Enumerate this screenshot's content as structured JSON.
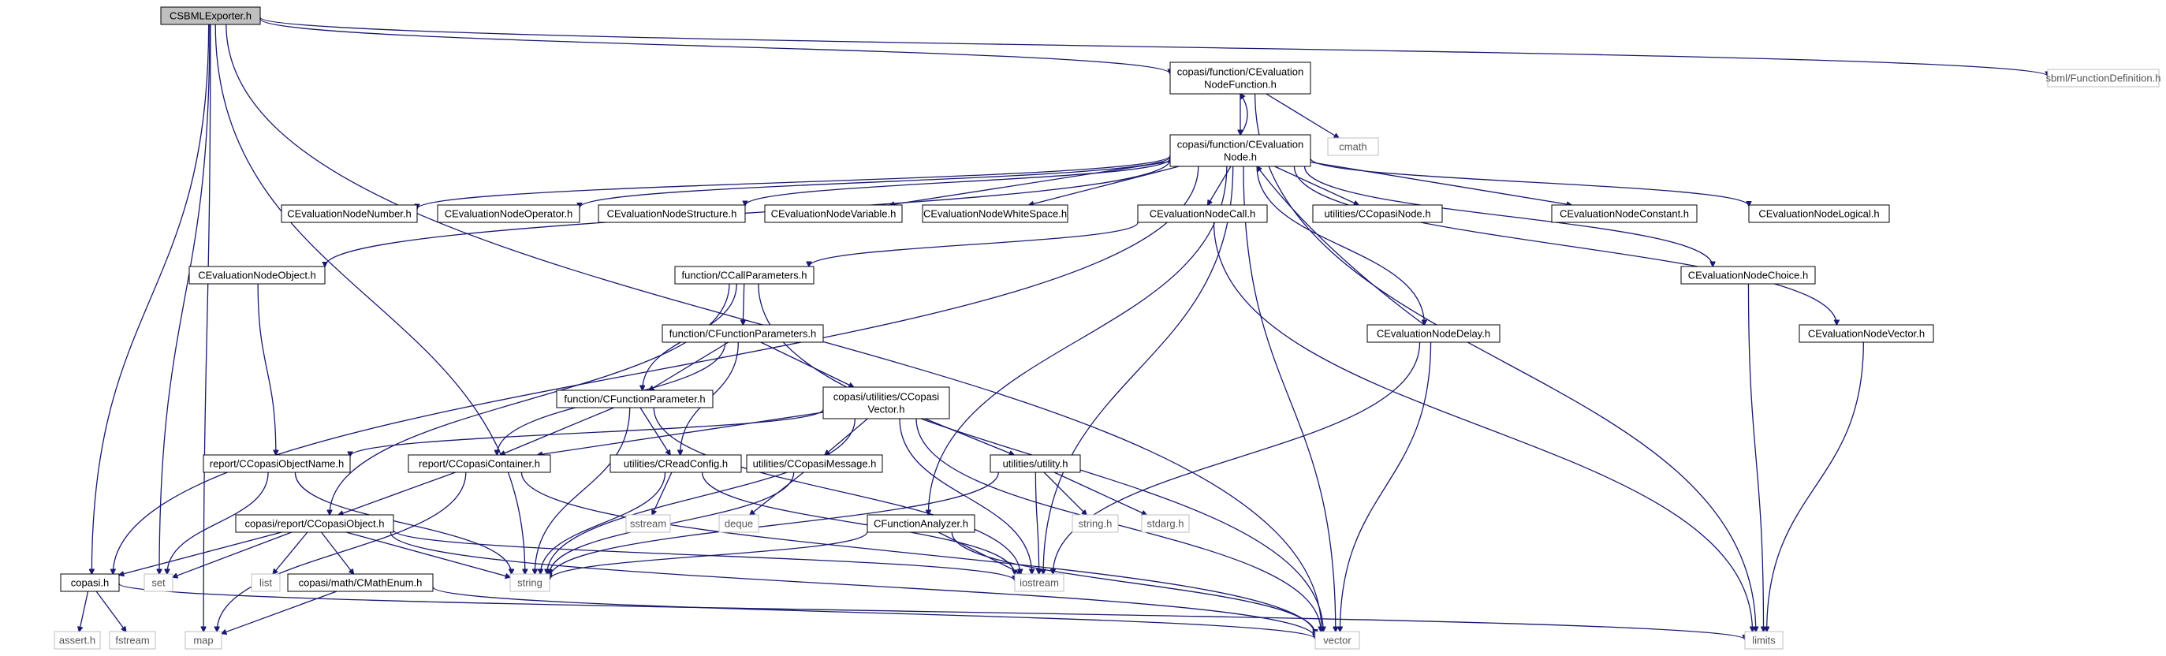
{
  "graph": {
    "root": "CSBMLExporter.h",
    "link_color": "#191970",
    "root_fill": "#bfbfbf",
    "external_border": "#bfbfbf",
    "nodes": {
      "csbml": {
        "lines": [
          "CSBMLExporter.h"
        ],
        "kind": "root"
      },
      "nodefunc": {
        "lines": [
          "copasi/function/CEvaluation",
          "NodeFunction.h"
        ]
      },
      "sbmlfd": {
        "lines": [
          "sbml/FunctionDefinition.h"
        ],
        "kind": "external"
      },
      "cmath": {
        "lines": [
          "cmath"
        ],
        "kind": "external"
      },
      "evalnode": {
        "lines": [
          "copasi/function/CEvaluation",
          "Node.h"
        ]
      },
      "number": {
        "lines": [
          "CEvaluationNodeNumber.h"
        ]
      },
      "operator": {
        "lines": [
          "CEvaluationNodeOperator.h"
        ]
      },
      "structure": {
        "lines": [
          "CEvaluationNodeStructure.h"
        ]
      },
      "variable": {
        "lines": [
          "CEvaluationNodeVariable.h"
        ]
      },
      "whitespace": {
        "lines": [
          "CEvaluationNodeWhiteSpace.h"
        ]
      },
      "call": {
        "lines": [
          "CEvaluationNodeCall.h"
        ]
      },
      "copasinode": {
        "lines": [
          "utilities/CCopasiNode.h"
        ]
      },
      "constant": {
        "lines": [
          "CEvaluationNodeConstant.h"
        ]
      },
      "logical": {
        "lines": [
          "CEvaluationNodeLogical.h"
        ]
      },
      "object": {
        "lines": [
          "CEvaluationNodeObject.h"
        ]
      },
      "callparams": {
        "lines": [
          "function/CCallParameters.h"
        ]
      },
      "choice": {
        "lines": [
          "CEvaluationNodeChoice.h"
        ]
      },
      "funcparams": {
        "lines": [
          "function/CFunctionParameters.h"
        ]
      },
      "delay": {
        "lines": [
          "CEvaluationNodeDelay.h"
        ]
      },
      "vectorh": {
        "lines": [
          "CEvaluationNodeVector.h"
        ]
      },
      "funcparam": {
        "lines": [
          "function/CFunctionParameter.h"
        ]
      },
      "copasivector": {
        "lines": [
          "copasi/utilities/CCopasi",
          "Vector.h"
        ]
      },
      "objname": {
        "lines": [
          "report/CCopasiObjectName.h"
        ]
      },
      "container": {
        "lines": [
          "report/CCopasiContainer.h"
        ]
      },
      "readconfig": {
        "lines": [
          "utilities/CReadConfig.h"
        ]
      },
      "message": {
        "lines": [
          "utilities/CCopasiMessage.h"
        ]
      },
      "utility": {
        "lines": [
          "utilities/utility.h"
        ]
      },
      "copasiobject": {
        "lines": [
          "copasi/report/CCopasiObject.h"
        ]
      },
      "sstream": {
        "lines": [
          "sstream"
        ],
        "kind": "external"
      },
      "deque": {
        "lines": [
          "deque"
        ],
        "kind": "external"
      },
      "stringh": {
        "lines": [
          "string.h"
        ],
        "kind": "external"
      },
      "stdarg": {
        "lines": [
          "stdarg.h"
        ],
        "kind": "external"
      },
      "analyzer": {
        "lines": [
          "CFunctionAnalyzer.h"
        ]
      },
      "copasih": {
        "lines": [
          "copasi.h"
        ]
      },
      "set": {
        "lines": [
          "set"
        ],
        "kind": "external"
      },
      "list": {
        "lines": [
          "list"
        ],
        "kind": "external"
      },
      "mathenum": {
        "lines": [
          "copasi/math/CMathEnum.h"
        ]
      },
      "string": {
        "lines": [
          "string"
        ],
        "kind": "external"
      },
      "iostream": {
        "lines": [
          "iostream"
        ],
        "kind": "external"
      },
      "asserth": {
        "lines": [
          "assert.h"
        ],
        "kind": "external"
      },
      "fstream": {
        "lines": [
          "fstream"
        ],
        "kind": "external"
      },
      "map": {
        "lines": [
          "map"
        ],
        "kind": "external"
      },
      "vector": {
        "lines": [
          "vector"
        ],
        "kind": "external"
      },
      "limits": {
        "lines": [
          "limits"
        ],
        "kind": "external"
      }
    },
    "edges": [
      [
        "csbml",
        "nodefunc"
      ],
      [
        "csbml",
        "sbmlfd"
      ],
      [
        "csbml",
        "vector"
      ],
      [
        "csbml",
        "copasih"
      ],
      [
        "csbml",
        "map"
      ],
      [
        "csbml",
        "set"
      ],
      [
        "csbml",
        "string"
      ],
      [
        "nodefunc",
        "evalnode"
      ],
      [
        "nodefunc",
        "cmath"
      ],
      [
        "nodefunc",
        "limits"
      ],
      [
        "evalnode",
        "nodefunc"
      ],
      [
        "evalnode",
        "number"
      ],
      [
        "evalnode",
        "operator"
      ],
      [
        "evalnode",
        "structure"
      ],
      [
        "evalnode",
        "variable"
      ],
      [
        "evalnode",
        "whitespace"
      ],
      [
        "evalnode",
        "call"
      ],
      [
        "evalnode",
        "copasinode"
      ],
      [
        "evalnode",
        "constant"
      ],
      [
        "evalnode",
        "logical"
      ],
      [
        "evalnode",
        "object"
      ],
      [
        "evalnode",
        "choice"
      ],
      [
        "evalnode",
        "delay"
      ],
      [
        "evalnode",
        "vectorh"
      ],
      [
        "evalnode",
        "analyzer"
      ],
      [
        "evalnode",
        "copasih"
      ],
      [
        "evalnode",
        "iostream"
      ],
      [
        "evalnode",
        "vector"
      ],
      [
        "call",
        "callparams"
      ],
      [
        "call",
        "limits"
      ],
      [
        "object",
        "objname"
      ],
      [
        "callparams",
        "funcparams"
      ],
      [
        "callparams",
        "funcparam"
      ],
      [
        "callparams",
        "copasiobject"
      ],
      [
        "callparams",
        "vector"
      ],
      [
        "funcparams",
        "funcparam"
      ],
      [
        "funcparams",
        "copasivector"
      ],
      [
        "funcparams",
        "container"
      ],
      [
        "funcparams",
        "readconfig"
      ],
      [
        "funcparam",
        "container"
      ],
      [
        "funcparam",
        "readconfig"
      ],
      [
        "funcparam",
        "string"
      ],
      [
        "funcparam",
        "iostream"
      ],
      [
        "copasivector",
        "objname"
      ],
      [
        "copasivector",
        "container"
      ],
      [
        "copasivector",
        "message"
      ],
      [
        "copasivector",
        "utility"
      ],
      [
        "copasivector",
        "string"
      ],
      [
        "copasivector",
        "vector"
      ],
      [
        "copasivector",
        "iostream"
      ],
      [
        "objname",
        "string"
      ],
      [
        "objname",
        "set"
      ],
      [
        "container",
        "copasiobject"
      ],
      [
        "container",
        "map"
      ],
      [
        "container",
        "vector"
      ],
      [
        "readconfig",
        "sstream"
      ],
      [
        "readconfig",
        "string"
      ],
      [
        "readconfig",
        "iostream"
      ],
      [
        "message",
        "deque"
      ],
      [
        "message",
        "string"
      ],
      [
        "utility",
        "stringh"
      ],
      [
        "utility",
        "stdarg"
      ],
      [
        "utility",
        "string"
      ],
      [
        "utility",
        "iostream"
      ],
      [
        "copasiobject",
        "copasih"
      ],
      [
        "copasiobject",
        "set"
      ],
      [
        "copasiobject",
        "list"
      ],
      [
        "copasiobject",
        "string"
      ],
      [
        "copasiobject",
        "mathenum"
      ],
      [
        "copasiobject",
        "vector"
      ],
      [
        "copasiobject",
        "iostream"
      ],
      [
        "analyzer",
        "string"
      ],
      [
        "analyzer",
        "iostream"
      ],
      [
        "analyzer",
        "vector"
      ],
      [
        "copasih",
        "asserth"
      ],
      [
        "copasih",
        "fstream"
      ],
      [
        "copasih",
        "limits"
      ],
      [
        "mathenum",
        "map"
      ],
      [
        "mathenum",
        "vector"
      ],
      [
        "delay",
        "iostream"
      ],
      [
        "delay",
        "vector"
      ],
      [
        "delay",
        "evalnode"
      ],
      [
        "choice",
        "limits"
      ],
      [
        "vectorh",
        "limits"
      ]
    ]
  }
}
